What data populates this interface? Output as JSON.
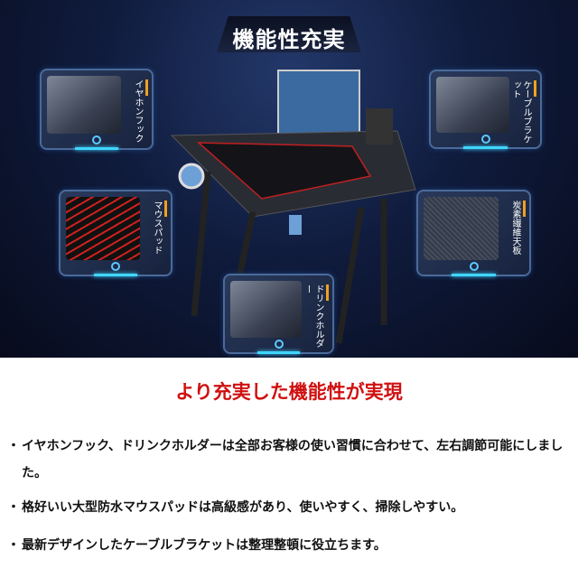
{
  "hero": {
    "title": "機能性充実",
    "panels": [
      {
        "label": "イヤホンフック"
      },
      {
        "label": "ケーブルブラケット"
      },
      {
        "label": "マウスパッド"
      },
      {
        "label": "炭素繊維天板"
      },
      {
        "label": "ドリンクホルダー"
      }
    ]
  },
  "subtitle": "より充実した機能性が実現",
  "bullets": [
    {
      "marker": "・",
      "text": "イヤホンフック、ドリンクホルダーは全部お客様の使い習慣に合わせて、左右調節可能にしました。"
    },
    {
      "marker": "・",
      "text": "格好いい大型防水マウスパッドは高級感があり、使いやすく、掃除しやすい。"
    },
    {
      "marker": "・",
      "text": "最新デザインしたケーブルブラケットは整理整頓に役立ちます。"
    }
  ],
  "colors": {
    "subtitle": "#d01010",
    "panel_glow": "#3fd6ff",
    "accent": "#f0a020"
  }
}
